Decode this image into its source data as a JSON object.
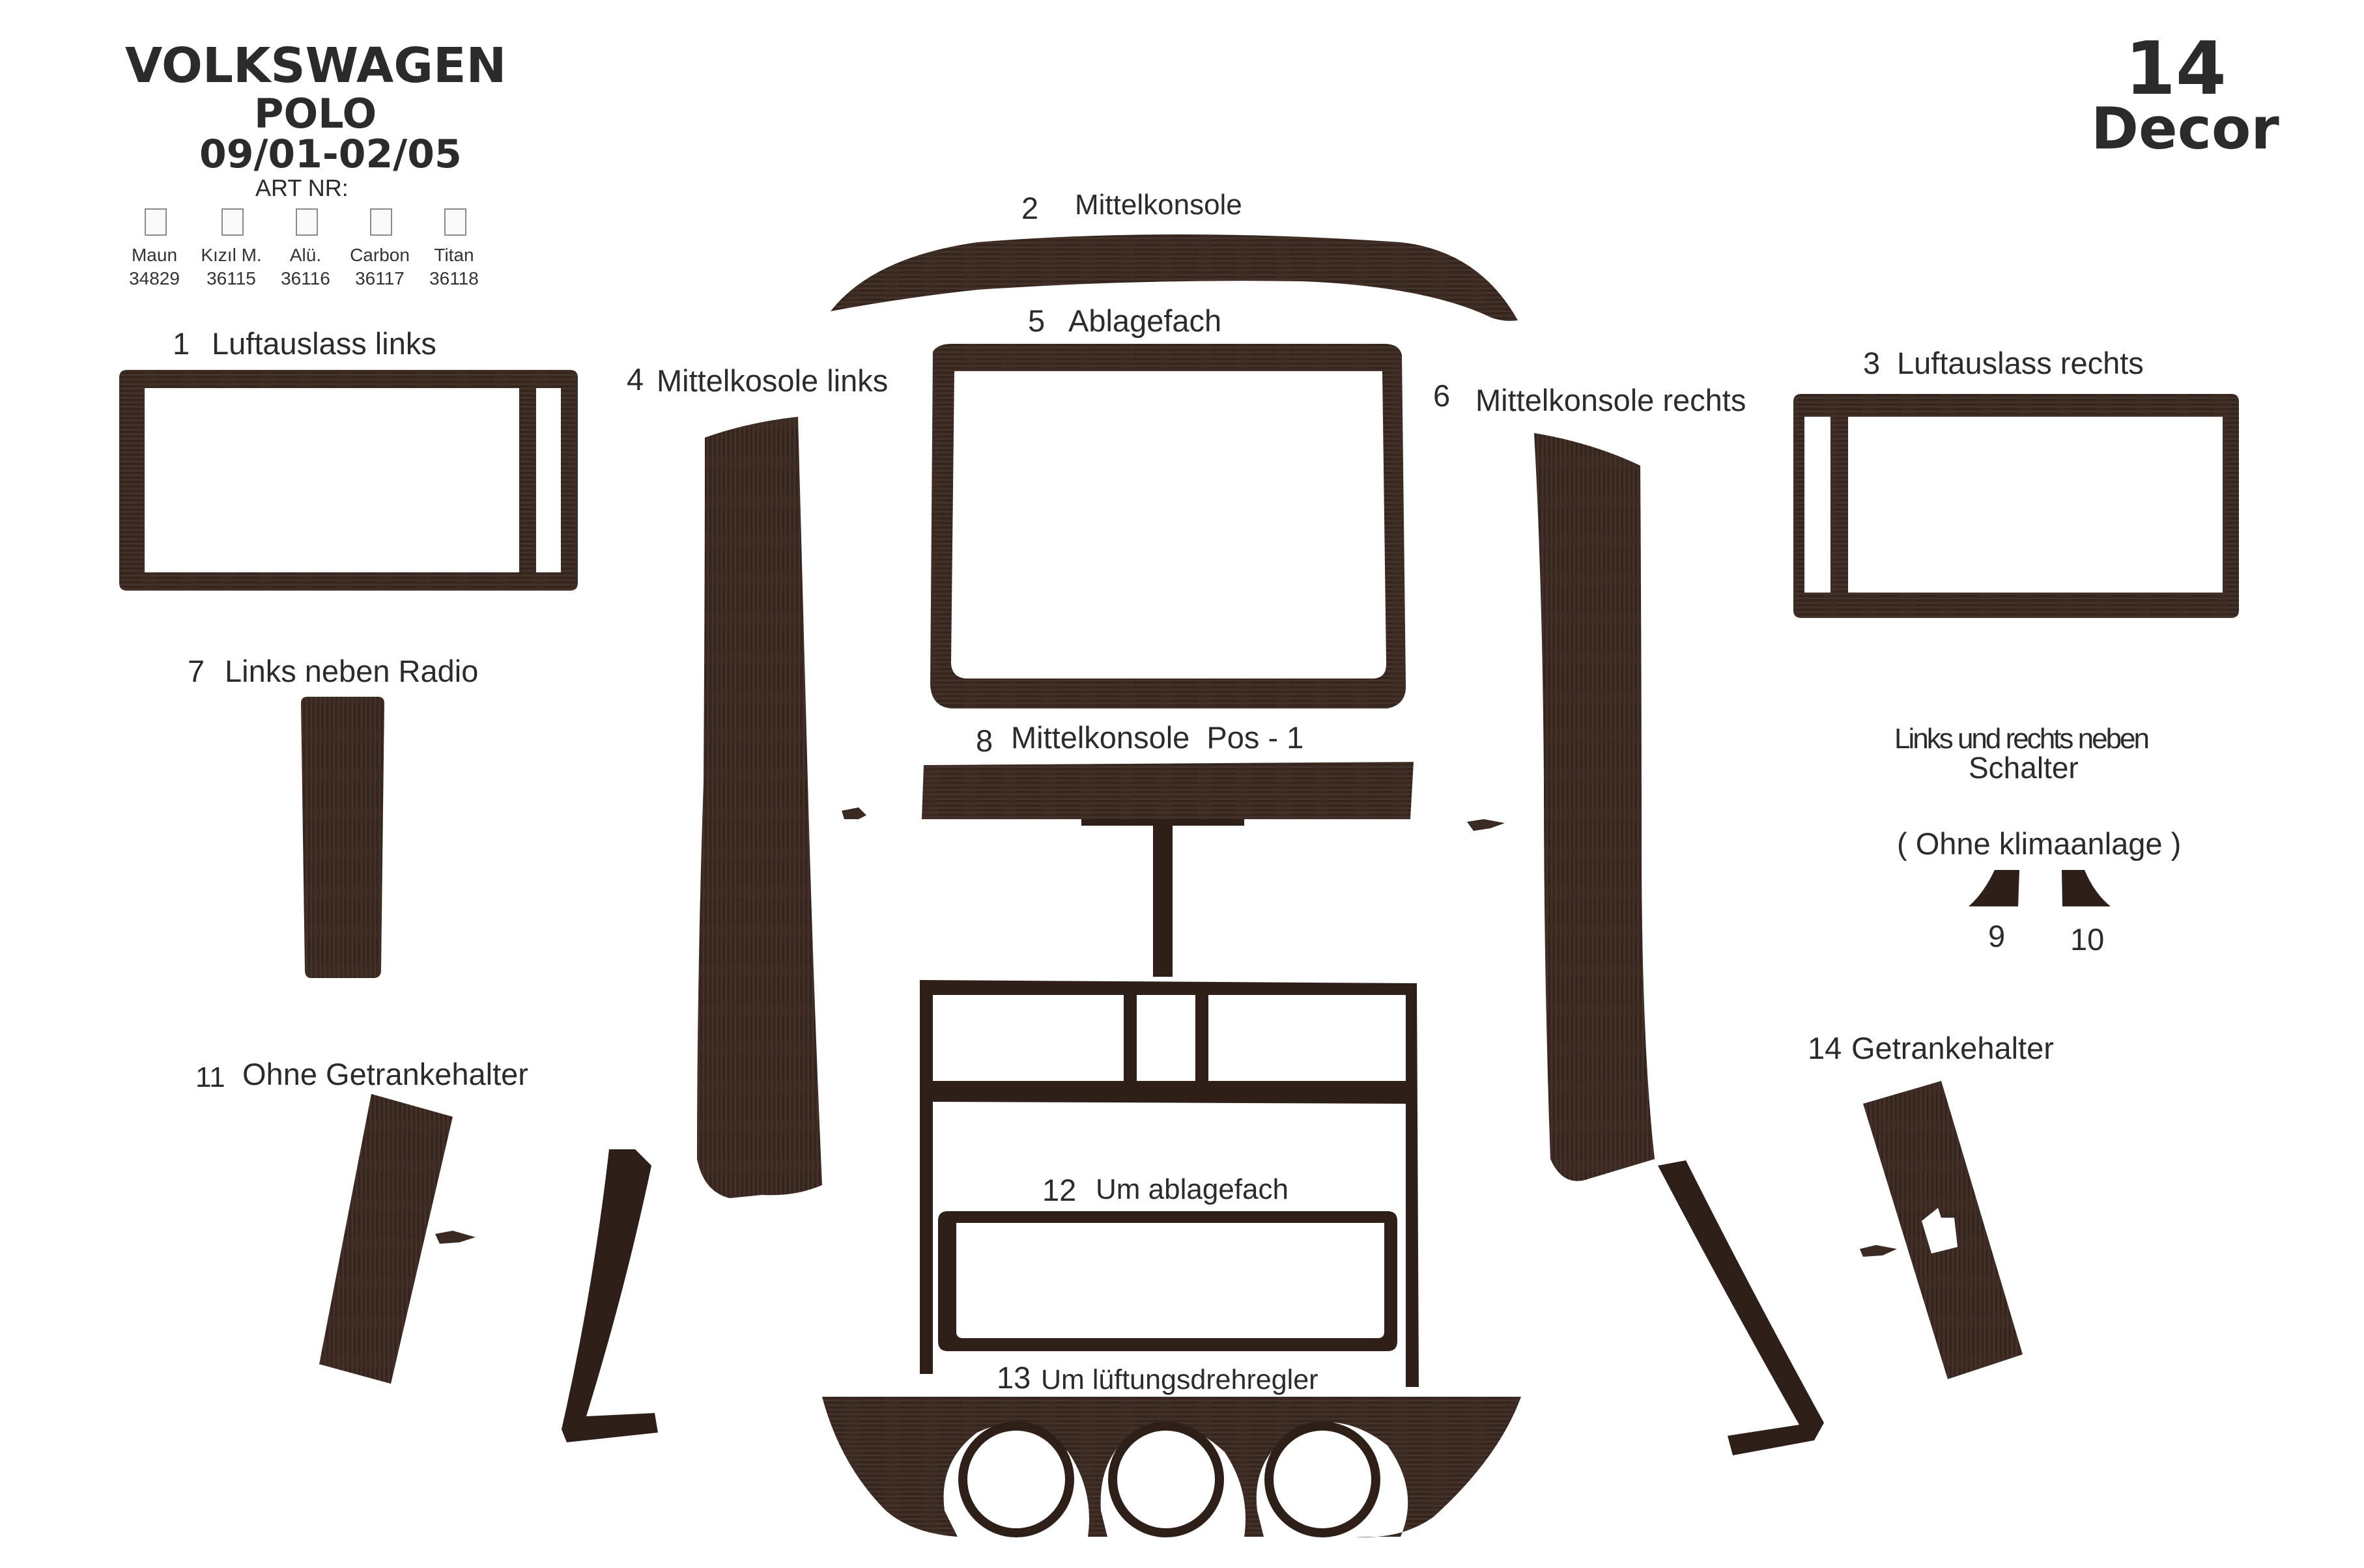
{
  "header": {
    "make": "VOLKSWAGEN",
    "model": "POLO",
    "years": "09/01-02/05",
    "art_nr": "ART NR:",
    "materials": [
      {
        "name": "Maun",
        "code": "34829"
      },
      {
        "name": "Kızıl M.",
        "code": "36115"
      },
      {
        "name": "Alü.",
        "code": "36116"
      },
      {
        "name": "Carbon",
        "code": "36117"
      },
      {
        "name": "Titan",
        "code": "36118"
      }
    ]
  },
  "badge": {
    "count": "14",
    "word": "Decor"
  },
  "parts": [
    {
      "num": "1",
      "label": "Luftauslass links"
    },
    {
      "num": "2",
      "label": "Mittelkonsole"
    },
    {
      "num": "3",
      "label": "Luftauslass rechts"
    },
    {
      "num": "4",
      "label": "Mittelkosole links"
    },
    {
      "num": "5",
      "label": "Ablagefach"
    },
    {
      "num": "6",
      "label": "Mittelkonsole rechts"
    },
    {
      "num": "7",
      "label": "Links neben Radio"
    },
    {
      "num": "8",
      "label": "Mittelkonsole  Pos - 1"
    },
    {
      "num": "9",
      "label": ""
    },
    {
      "num": "10",
      "label": ""
    },
    {
      "num": "11",
      "label": "Ohne Getrankehalter"
    },
    {
      "num": "12",
      "label": "Um ablagefach"
    },
    {
      "num": "13",
      "label": "Um lüftungsdrehregler"
    },
    {
      "num": "14",
      "label": "Getrankehalter"
    }
  ],
  "note": {
    "line1": "Links und rechts neben",
    "line2": "Schalter",
    "line3": "( Ohne klimaanlage )"
  },
  "colors": {
    "wood": "#3b2a22",
    "wood_dark": "#241812",
    "text": "#2b2b2b"
  }
}
